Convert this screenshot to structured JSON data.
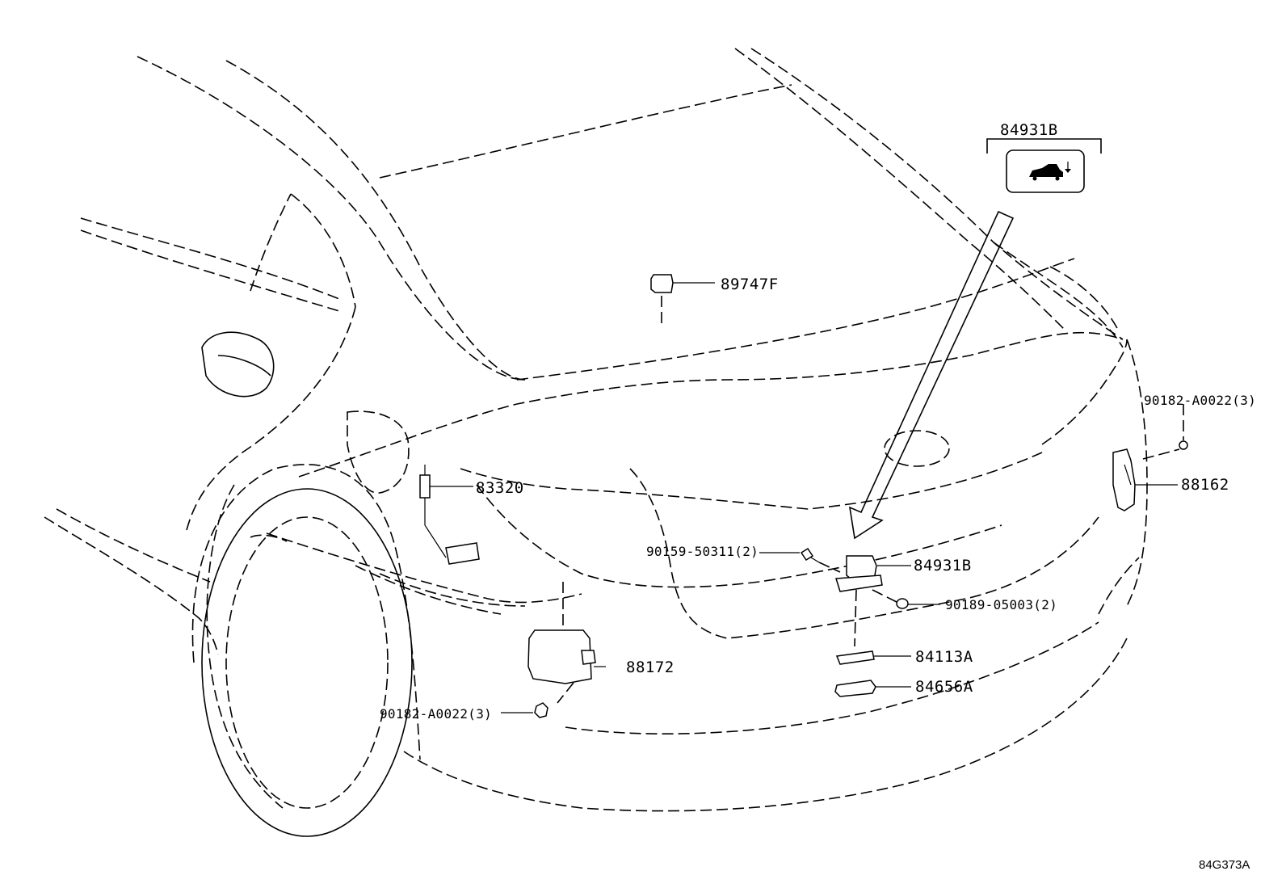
{
  "figure_id": "84G373A",
  "labels": {
    "switch_header": "84931B",
    "p89747F": "89747F",
    "p90182_upper": "90182-A0022(3)",
    "p88162": "88162",
    "p83320": "83320",
    "p90159": "90159-50311(2)",
    "p84931B": "84931B",
    "p90189": "90189-05003(2)",
    "p84113A": "84113A",
    "p84656A": "84656A",
    "p88172": "88172",
    "p90182_lower": "90182-A0022(3)"
  },
  "icons": {
    "switch_symbol": "trunk-open-icon"
  }
}
